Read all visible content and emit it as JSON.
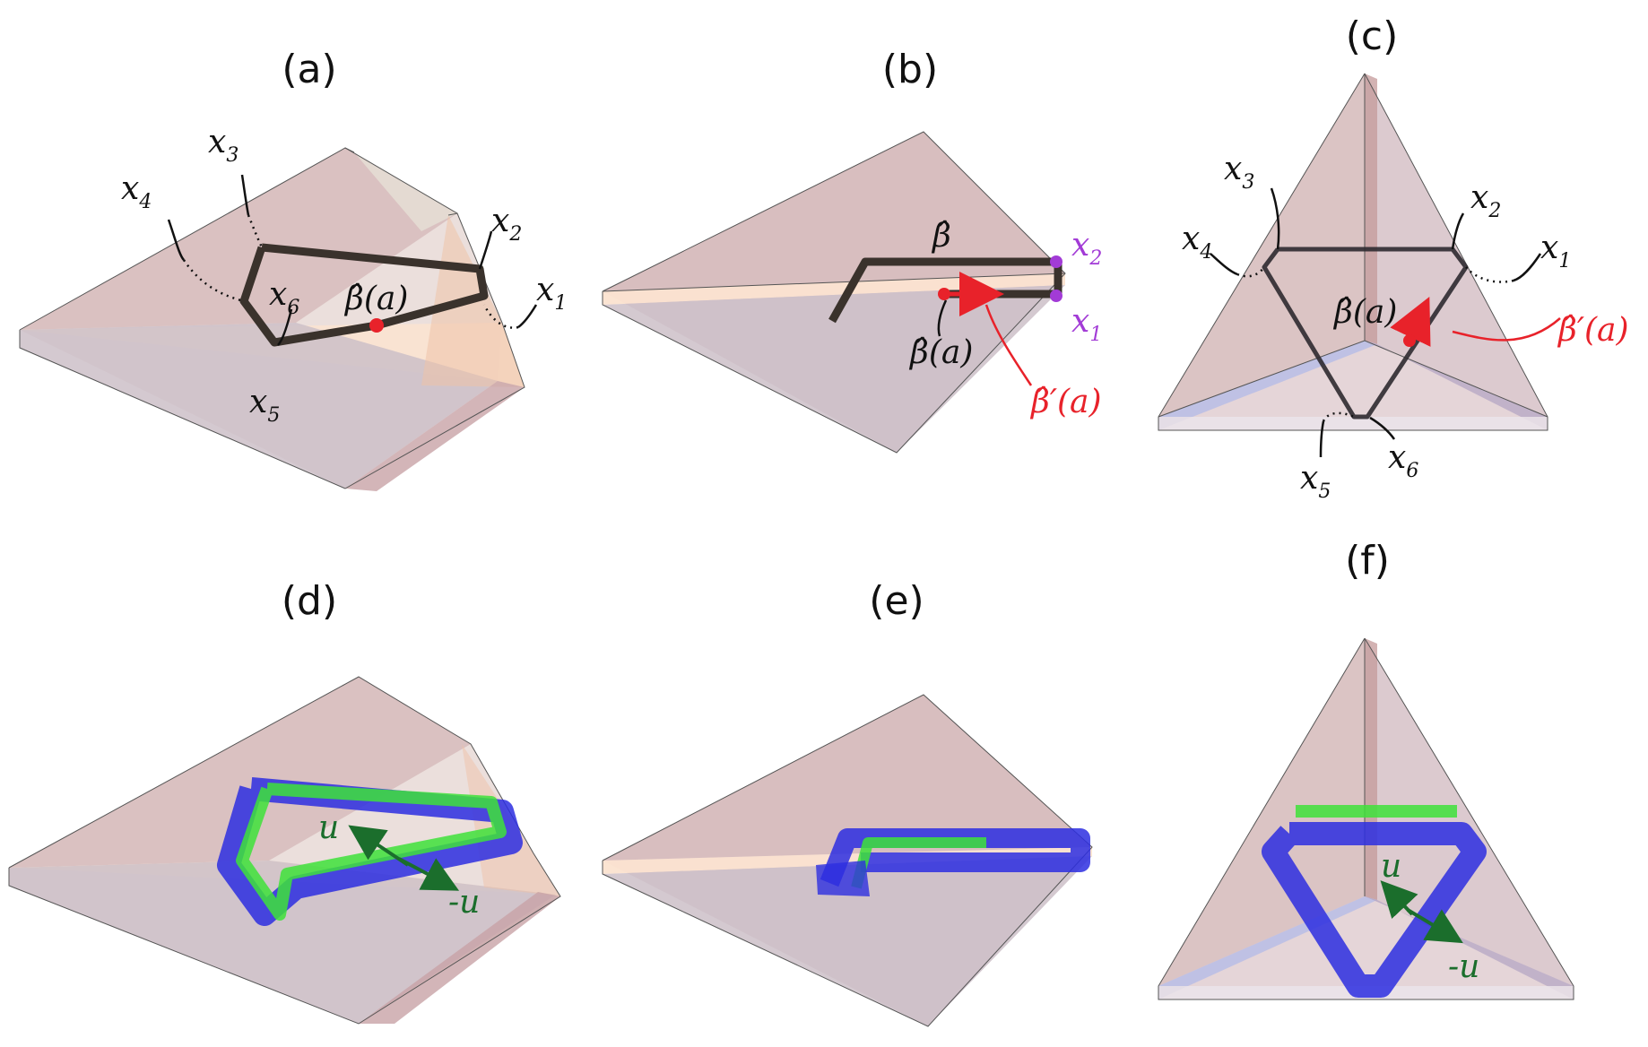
{
  "panels": {
    "a": {
      "title": "(a)",
      "x1": "x",
      "x1_sub": "1",
      "x2": "x",
      "x2_sub": "2",
      "x3": "x",
      "x3_sub": "3",
      "x4": "x",
      "x4_sub": "4",
      "x5": "x",
      "x5_sub": "5",
      "x6": "x",
      "x6_sub": "6",
      "beta": "β̂(a)"
    },
    "b": {
      "title": "(b)",
      "beta_hat": "β̂",
      "beta_a": "β̂(a)",
      "beta_prime": "β̂′(a)",
      "x1": "x",
      "x1_sub": "1",
      "x2": "x",
      "x2_sub": "2"
    },
    "c": {
      "title": "(c)",
      "x1": "x",
      "x1_sub": "1",
      "x2": "x",
      "x2_sub": "2",
      "x3": "x",
      "x3_sub": "3",
      "x4": "x",
      "x4_sub": "4",
      "x5": "x",
      "x5_sub": "5",
      "x6": "x",
      "x6_sub": "6",
      "beta": "β̂(a)",
      "beta_prime": "β̂′(a)"
    },
    "d": {
      "title": "(d)",
      "u": "u",
      "neg_u": "-u"
    },
    "e": {
      "title": "(e)"
    },
    "f": {
      "title": "(f)",
      "u": "u",
      "neg_u": "-u"
    }
  },
  "colors": {
    "path": "#3a322c",
    "point": "#e8222a",
    "purple": "#a23bd6",
    "green_label": "#1b6e2c",
    "tube_blue": "#2d2ee0",
    "tube_green": "#3ee23a",
    "face_pink": "#d9b8b8",
    "face_peach": "#fbe3d0",
    "face_mauve": "#c9b3bd",
    "face_blue": "#b8bde6"
  }
}
